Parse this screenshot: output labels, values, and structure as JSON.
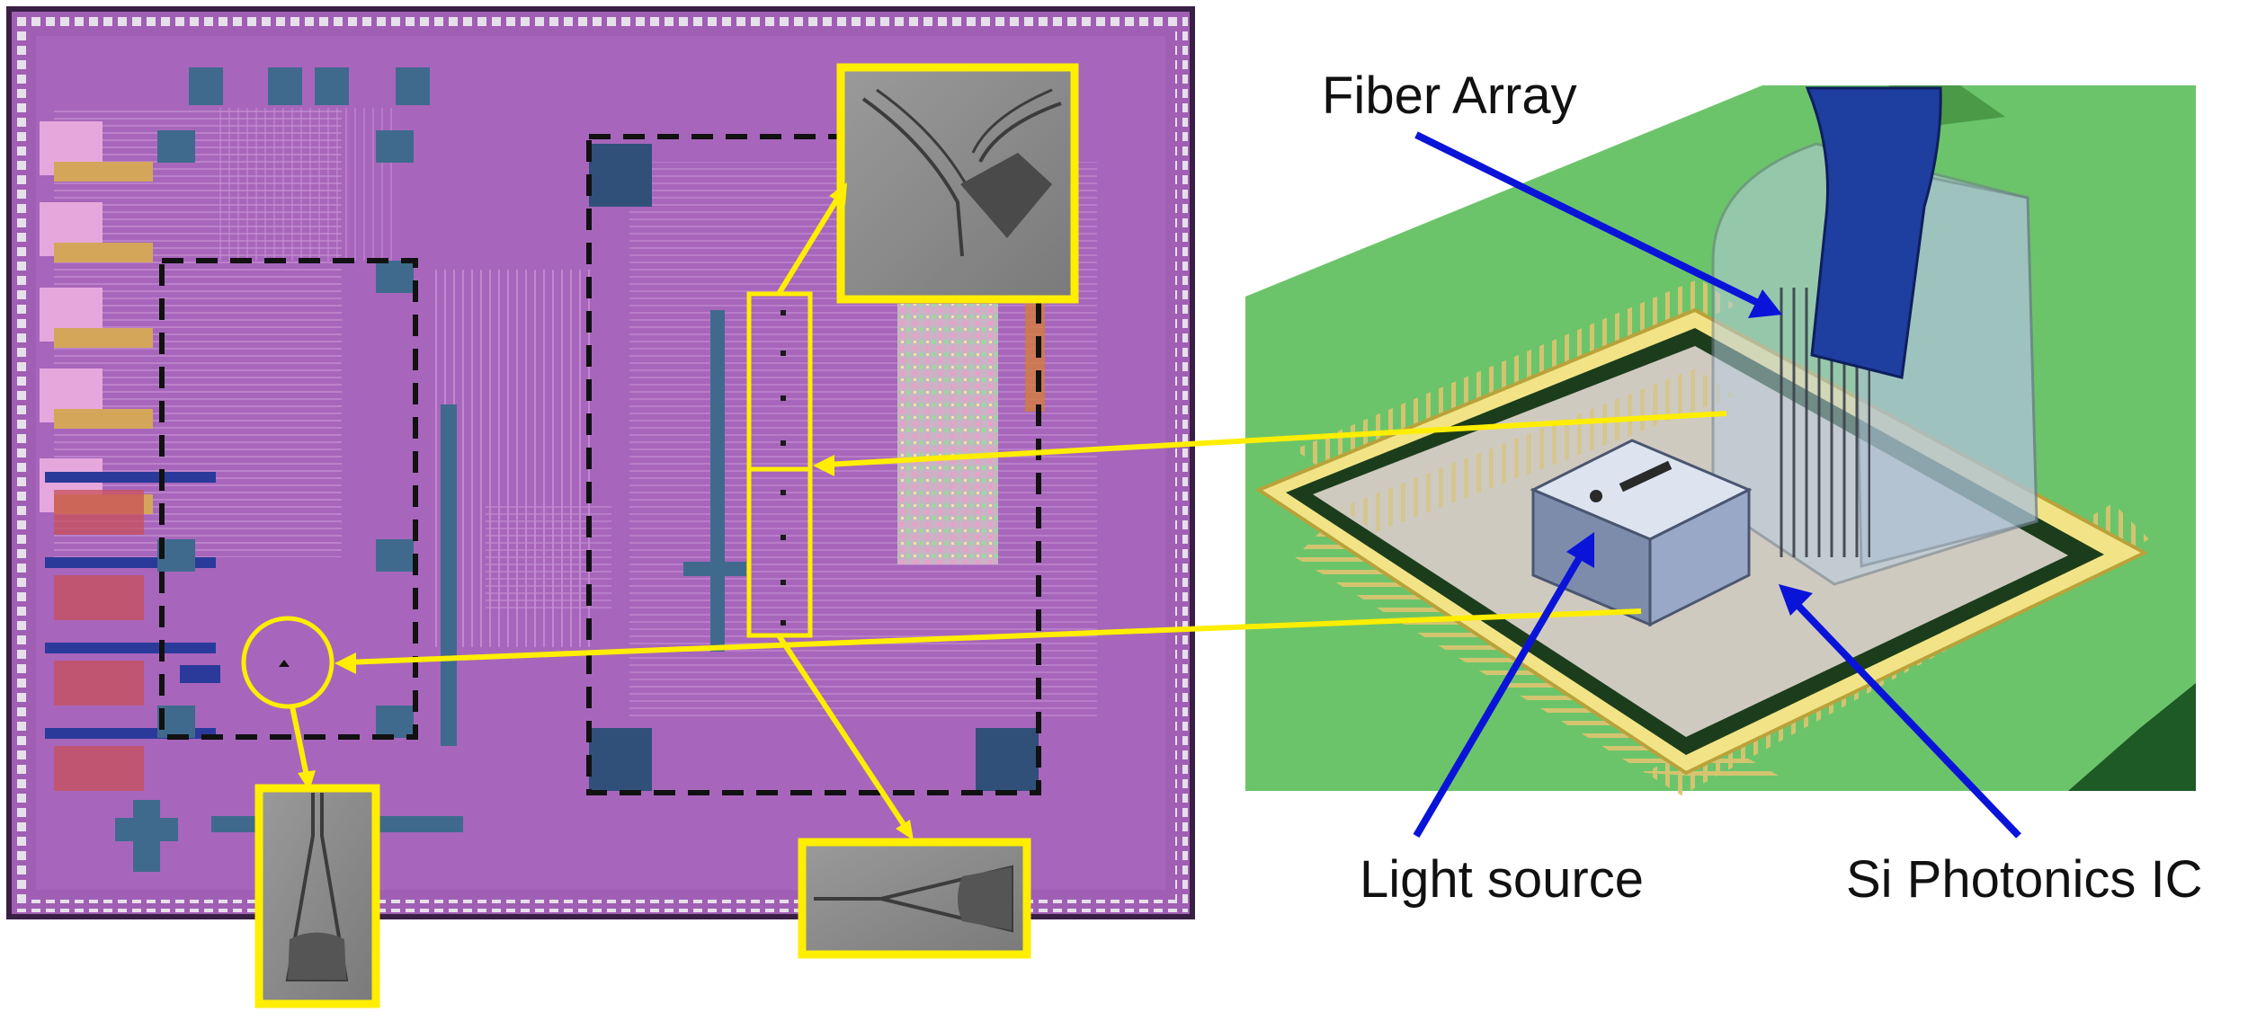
{
  "labels": {
    "fiber_array": "Fiber Array",
    "light_source": "Light source",
    "si_photonics_ic": "Si Photonics IC"
  },
  "colors": {
    "background": "#ffffff",
    "chip_die": "#a05fb4",
    "highlight": "#ffee00",
    "pointer_arrow": "#0a14d8",
    "board": "#6cc46a",
    "package_substrate": "#cfcac0",
    "package_ring": "#f2e486",
    "fiber_cable": "#1e3ea0",
    "fiber_holder": "#b8cde0",
    "light_source_block": "#9aa8c8"
  }
}
